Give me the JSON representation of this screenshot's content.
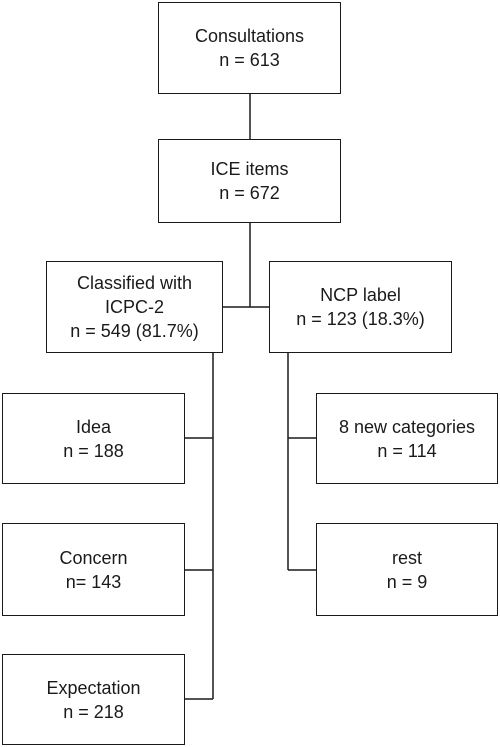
{
  "diagram": {
    "consultations": {
      "label": "Consultations",
      "count": "n = 613"
    },
    "ice_items": {
      "label": "ICE items",
      "count": "n = 672"
    },
    "classified": {
      "label_line1": "Classified with",
      "label_line2": "ICPC-2",
      "count": "n = 549 (81.7%)"
    },
    "ncp": {
      "label": "NCP label",
      "count": "n = 123 (18.3%)"
    },
    "idea": {
      "label": "Idea",
      "count": "n = 188"
    },
    "concern": {
      "label": "Concern",
      "count": "n= 143"
    },
    "expectation": {
      "label": "Expectation",
      "count": "n = 218"
    },
    "new_categories": {
      "label": "8 new categories",
      "count": "n = 114"
    },
    "rest": {
      "label": "rest",
      "count": "n = 9"
    }
  }
}
